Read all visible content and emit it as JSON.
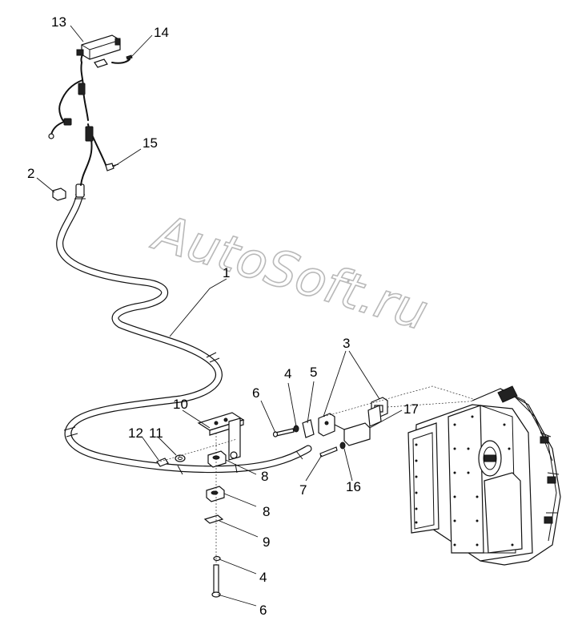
{
  "watermark": "AutoSoft.ru",
  "callouts": {
    "c1": "1",
    "c2": "2",
    "c3": "3",
    "c4a": "4",
    "c4b": "4",
    "c5": "5",
    "c6a": "6",
    "c6b": "6",
    "c7": "7",
    "c8a": "8",
    "c8b": "8",
    "c9": "9",
    "c10": "10",
    "c11": "11",
    "c12": "12",
    "c13": "13",
    "c14": "14",
    "c15": "15",
    "c16": "16",
    "c17": "17"
  }
}
